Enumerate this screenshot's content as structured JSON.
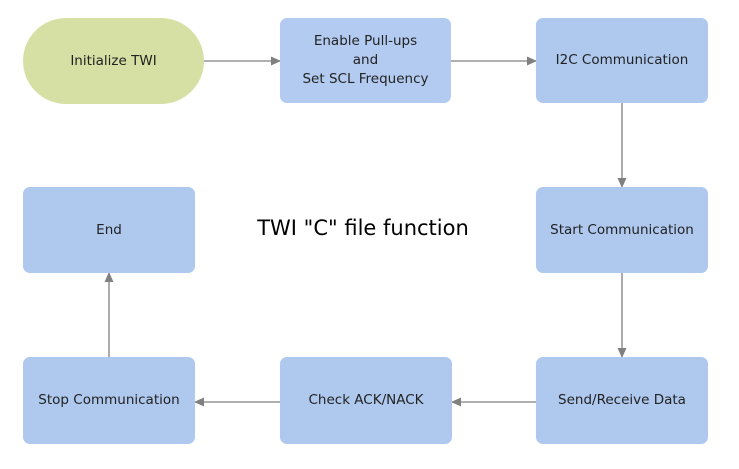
{
  "diagram": {
    "title": "TWI \"C\" file function",
    "colors": {
      "start_fill": "#d6e0a4",
      "process_fill": "#aec8ee",
      "process_fill_light": "#b3cbf0",
      "connector": "#808080"
    },
    "nodes": {
      "initialize": {
        "label": "Initialize TWI",
        "shape": "rounded-pill"
      },
      "pullups": {
        "label": "Enable Pull-ups\nand\nSet SCL Frequency",
        "shape": "rounded-rectangle"
      },
      "i2c": {
        "label": "I2C Communication",
        "shape": "rounded-rectangle"
      },
      "start_comm": {
        "label": "Start Communication",
        "shape": "rounded-rectangle"
      },
      "send_receive": {
        "label": "Send/Receive Data",
        "shape": "rounded-rectangle"
      },
      "check_ack": {
        "label": "Check ACK/NACK",
        "shape": "rounded-rectangle"
      },
      "stop_comm": {
        "label": "Stop Communication",
        "shape": "rounded-rectangle"
      },
      "end": {
        "label": "End",
        "shape": "rounded-rectangle"
      }
    },
    "edges": [
      {
        "from": "initialize",
        "to": "pullups"
      },
      {
        "from": "pullups",
        "to": "i2c"
      },
      {
        "from": "i2c",
        "to": "start_comm"
      },
      {
        "from": "start_comm",
        "to": "send_receive"
      },
      {
        "from": "send_receive",
        "to": "check_ack"
      },
      {
        "from": "check_ack",
        "to": "stop_comm"
      },
      {
        "from": "stop_comm",
        "to": "end"
      }
    ]
  }
}
